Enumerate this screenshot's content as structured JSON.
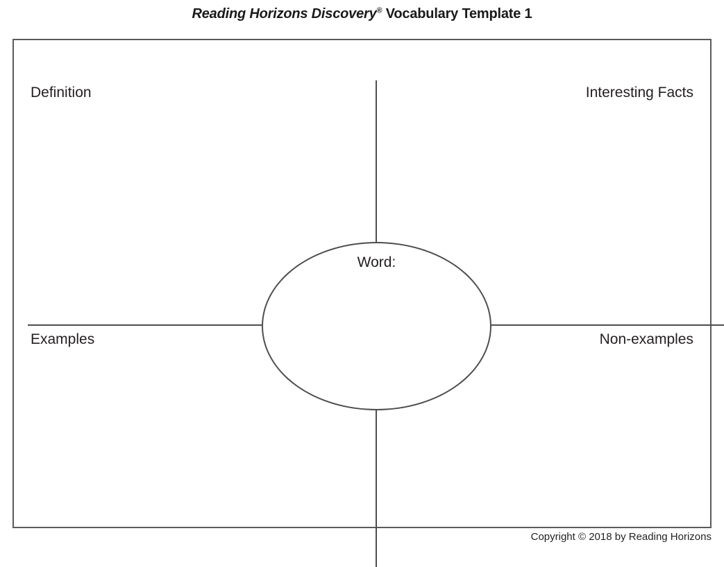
{
  "title": {
    "brand": "Reading Horizons Discovery",
    "registered_mark": "®",
    "subtitle": " Vocabulary Template 1",
    "full": "Reading Horizons Discovery® Vocabulary Template 1"
  },
  "quadrants": [
    {
      "key": "definition",
      "label": "Definition",
      "position": "top-left",
      "align": "left"
    },
    {
      "key": "facts",
      "label": "Interesting Facts",
      "position": "top-right",
      "align": "right"
    },
    {
      "key": "examples",
      "label": "Examples",
      "position": "bottom-left",
      "align": "left"
    },
    {
      "key": "non_examples",
      "label": "Non-examples",
      "position": "bottom-right",
      "align": "right"
    }
  ],
  "center": {
    "label": "Word:",
    "shape": "ellipse"
  },
  "footer": {
    "copyright": "Copyright © 2018 by Reading Horizons"
  },
  "colors": {
    "page_background": "#ffffff",
    "border": "#5a5a5a",
    "divider": "#4d4d4d",
    "text": "#231f20",
    "title_text": "#1a1a1a"
  }
}
